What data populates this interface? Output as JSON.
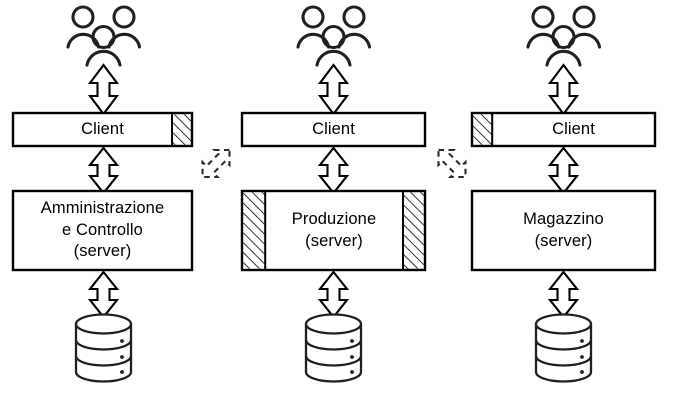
{
  "diagram": {
    "type": "client-server-architecture",
    "title": "",
    "colors": {
      "stroke": "#1a1a1a",
      "fill": "#ffffff",
      "hatch": "#000000",
      "dashed": "#333333"
    },
    "columns": [
      {
        "id": "amministrazione",
        "users_icon": "users-group-icon",
        "client": {
          "label": "Client",
          "hatch_side": "right"
        },
        "server": {
          "label": "Amministrazione\ne Controllo\n(server)",
          "name": "Amministrazione e Controllo",
          "role": "(server)",
          "hatch_side": "none"
        },
        "database": {
          "icon": "database-cylinder-icon",
          "layers": 3
        },
        "connectors": {
          "users_to_client": "double-arrow-vertical",
          "client_to_server": "double-arrow-vertical",
          "server_to_database": "double-arrow-vertical"
        }
      },
      {
        "id": "produzione",
        "users_icon": "users-group-icon",
        "client": {
          "label": "Client",
          "hatch_side": "none"
        },
        "server": {
          "label": "Produzione\n(server)",
          "name": "Produzione",
          "role": "(server)",
          "hatch_side": "both"
        },
        "database": {
          "icon": "database-cylinder-icon",
          "layers": 3
        },
        "connectors": {
          "users_to_client": "double-arrow-vertical",
          "client_to_server": "double-arrow-vertical",
          "server_to_database": "double-arrow-vertical"
        }
      },
      {
        "id": "magazzino",
        "users_icon": "users-group-icon",
        "client": {
          "label": "Client",
          "hatch_side": "left"
        },
        "server": {
          "label": "Magazzino\n(server)",
          "name": "Magazzino",
          "role": "(server)",
          "hatch_side": "none"
        },
        "database": {
          "icon": "database-cylinder-icon",
          "layers": 3
        },
        "connectors": {
          "users_to_client": "double-arrow-vertical",
          "client_to_server": "double-arrow-vertical",
          "server_to_database": "double-arrow-vertical"
        }
      }
    ],
    "cross_links": [
      {
        "id": "link-left",
        "icon": "dashed-diagonal-double-arrow-icon",
        "direction": "upper-right-to-lower-left",
        "from": "client-amministrazione",
        "to": "server-produzione"
      },
      {
        "id": "link-right",
        "icon": "dashed-diagonal-double-arrow-icon",
        "direction": "upper-left-to-lower-right",
        "from": "server-produzione",
        "to": "client-magazzino"
      }
    ]
  }
}
